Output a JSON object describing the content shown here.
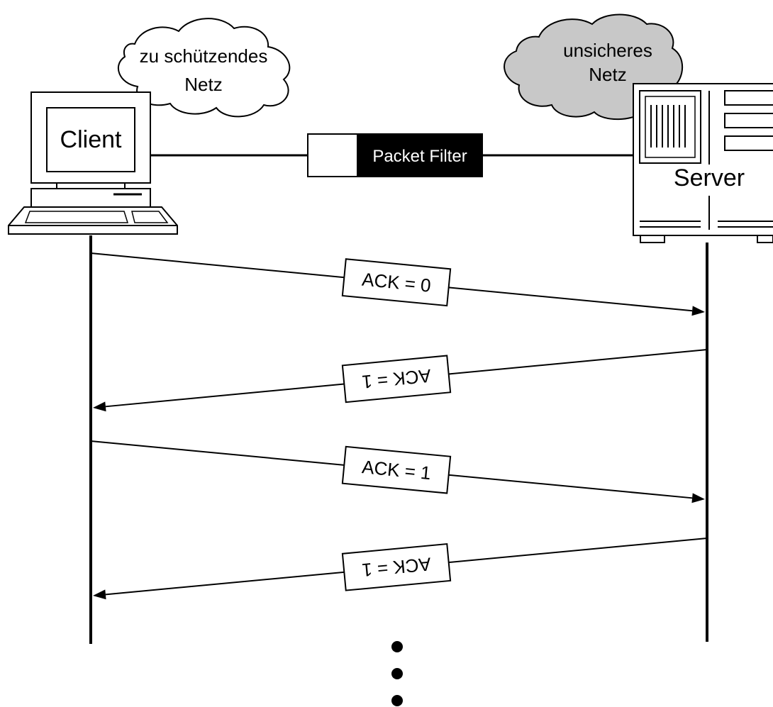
{
  "client": {
    "label": "Client",
    "network_label_line1": "zu schützendes",
    "network_label_line2": "Netz"
  },
  "server": {
    "label": "Server",
    "network_label_line1": "unsicheres",
    "network_label_line2": "Netz"
  },
  "packet_filter": {
    "label": "Packet Filter"
  },
  "messages": [
    {
      "direction": "client-to-server",
      "label": "ACK = 0"
    },
    {
      "direction": "server-to-client",
      "label": "ACK = 1"
    },
    {
      "direction": "client-to-server",
      "label": "ACK = 1"
    },
    {
      "direction": "server-to-client",
      "label": "ACK = 1"
    }
  ],
  "colors": {
    "stroke": "#000000",
    "unsafe_cloud_fill": "#c8c8c8",
    "safe_cloud_fill": "#ffffff",
    "filter_fill": "#000000",
    "filter_text": "#ffffff"
  }
}
